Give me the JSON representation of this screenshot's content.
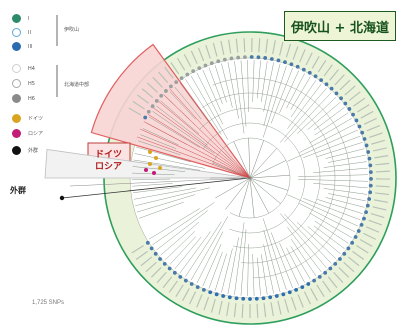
{
  "title": "伊吹山 + 北海道",
  "legend": {
    "groups": [
      {
        "name": "伊吹山",
        "items": [
          {
            "label": "I",
            "color": "#2e8b6a",
            "fill": "solid"
          },
          {
            "label": "II",
            "color": "#5aa8d8",
            "fill": "ring"
          },
          {
            "label": "III",
            "color": "#2b6cb0",
            "fill": "solid"
          }
        ]
      },
      {
        "name": "北海道中部",
        "items": [
          {
            "label": "H4",
            "color": "#cfcfcf",
            "fill": "ring"
          },
          {
            "label": "H5",
            "color": "#a8a8a8",
            "fill": "ring"
          },
          {
            "label": "H6",
            "color": "#8a8a8a",
            "fill": "solid"
          }
        ]
      }
    ],
    "extra": [
      {
        "label": "ドイツ",
        "color": "#d9a520"
      },
      {
        "label": "ロシア",
        "color": "#c21b78"
      },
      {
        "label": "外群",
        "color": "#111111"
      }
    ]
  },
  "callouts": {
    "germany": "ドイツ",
    "russia": "ロシア",
    "outgroup": "外群"
  },
  "scale_text": "1,725 SNPs",
  "colors": {
    "outer_ring": "#2e9e5b",
    "ring_fill": "#eaf3da",
    "red_wedge": "#e06060",
    "tip_marker": "#4a7aa8"
  }
}
